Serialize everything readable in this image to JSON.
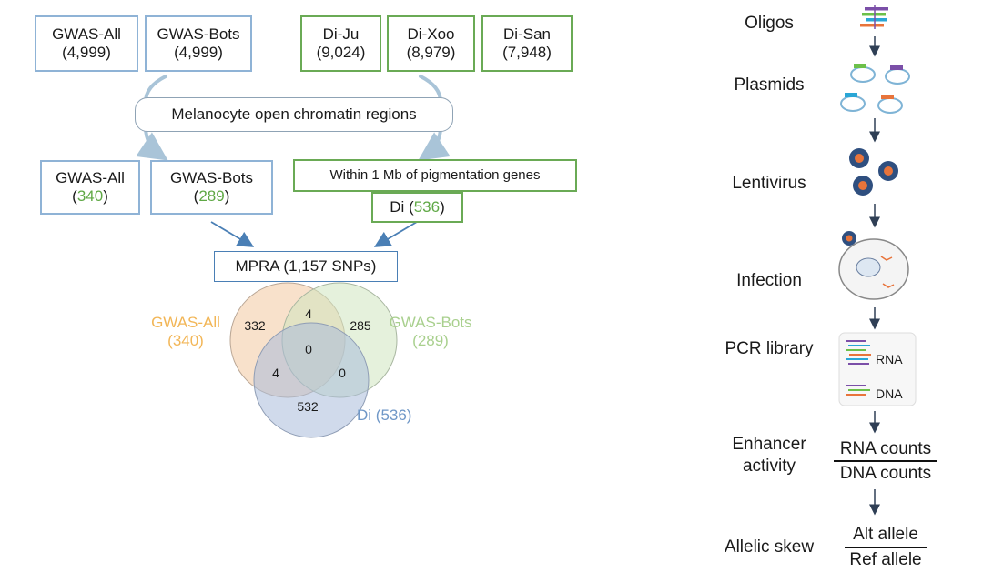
{
  "top_boxes": [
    {
      "name": "GWAS-All",
      "count": "(4,999)"
    },
    {
      "name": "GWAS-Bots",
      "count": "(4,999)"
    },
    {
      "name": "Di-Ju",
      "count": "(9,024)"
    },
    {
      "name": "Di-Xoo",
      "count": "(8,979)"
    },
    {
      "name": "Di-San",
      "count": "(7,948)"
    }
  ],
  "melanocyte_label": "Melanocyte open chromatin regions",
  "mid_boxes": {
    "gwas_all": {
      "name": "GWAS-All",
      "open": "(",
      "count": "340",
      "close": ")"
    },
    "gwas_bots": {
      "name": "GWAS-Bots",
      "open": "(",
      "count": "289",
      "close": ")"
    },
    "pigment": "Within 1 Mb of pigmentation genes",
    "di": {
      "name": "Di",
      "open": " (",
      "count": "536",
      "close": ")"
    }
  },
  "mpra_label": "MPRA (1,157  SNPs)",
  "venn": {
    "labels": {
      "gwas_all": {
        "name": "GWAS-All",
        "count": "(340)",
        "color": "#f2b657"
      },
      "gwas_bots": {
        "name": "GWAS-Bots",
        "count": "(289)",
        "color": "#a9d08e"
      },
      "di": {
        "name": "Di (536)",
        "color": "#6f97c7"
      }
    },
    "regions": {
      "a_only": "332",
      "ab": "4",
      "b_only": "285",
      "abc": "0",
      "ac": "4",
      "bc": "0",
      "c_only": "532"
    },
    "fills": {
      "a": "#f3c8a0",
      "b": "#cfe6c0",
      "c": "#a9bcdb"
    }
  },
  "workflow": [
    {
      "label": "Oligos"
    },
    {
      "label": "Plasmids"
    },
    {
      "label": "Lentivirus"
    },
    {
      "label": "Infection"
    },
    {
      "label": "PCR library"
    },
    {
      "label": "Enhancer\nactivity",
      "num": "RNA counts",
      "den": "DNA counts"
    },
    {
      "label": "Allelic skew",
      "num": "Alt allele",
      "den": "Ref allele"
    }
  ],
  "pcr_labels": {
    "rna": "RNA",
    "dna": "DNA"
  },
  "colors": {
    "purple": "#7b4fa8",
    "green": "#6cc04a",
    "blue": "#29a6d6",
    "orange": "#e8743b",
    "virus": "#2f4f7f"
  }
}
